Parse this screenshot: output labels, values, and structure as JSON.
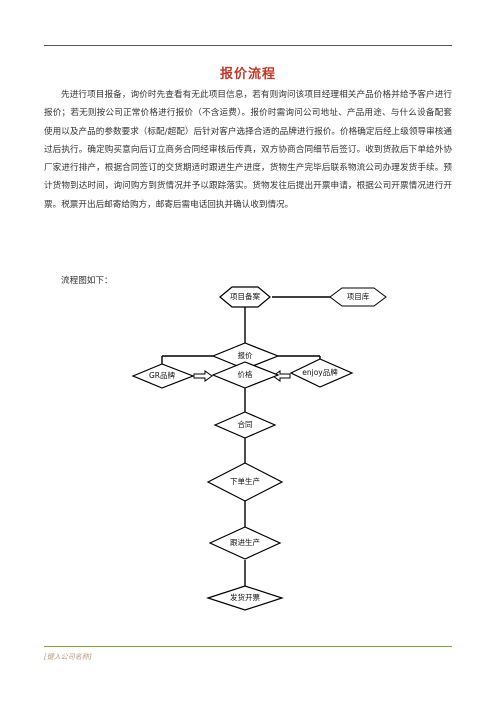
{
  "title": "报价流程",
  "paragraph": "先进行项目报备，询价时先查看有无此项目信息，若有则询问该项目经理相关产品价格并给予客户进行报价；若无则按公司正常价格进行报价（不含运费）。报价时需询问公司地址、产品用途、与什么设备配套使用以及产品的参数要求（标配/超配）后针对客户选择合适的品牌进行报价。价格确定后经上级领导审核通过后执行。确定购买意向后订立商务合同经审核后传真，双方协商合同细节后签订。收到货款后下单给外协厂家进行排产，根据合同签订的交货期适时跟进生产进度，货物生产完毕后联系物流公司办理发货手续。预计货物到达时间，询问购方到货情况并予以跟踪落实。货物发往后提出开票申请，根据公司开票情况进行开票。税票开出后邮寄给购方，邮寄后需电话回执并确认收到情况。",
  "flow_intro": "流程图如下：",
  "flowchart": {
    "nodes": {
      "registration": "项目备案",
      "project_library": "项目库",
      "quote": "报价",
      "price": "价格",
      "gr_brand": "GR品牌",
      "enjoy_brand": "enjoy品牌",
      "contract": "合同",
      "order_production": "下单生产",
      "follow_production": "跟进生产",
      "ship_invoice": "发货开票"
    }
  },
  "footer": "[键入公司名称]"
}
